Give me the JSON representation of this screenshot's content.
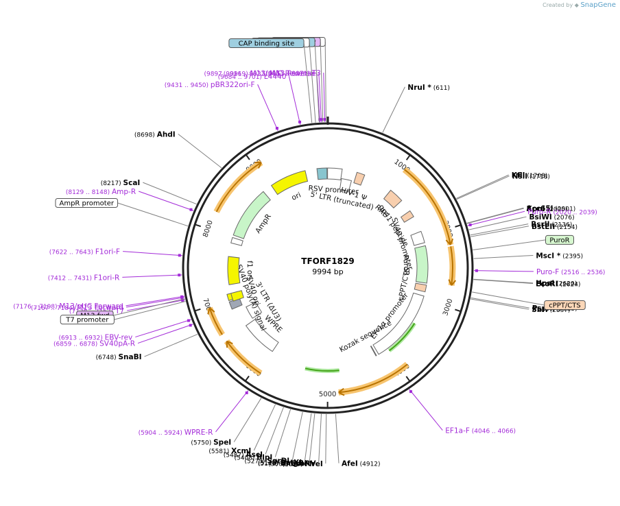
{
  "credit": {
    "prefix": "Created by",
    "brand": "SnapGene"
  },
  "plasmid": {
    "name": "TFORF1829",
    "length": 9994,
    "length_label": "9994 bp"
  },
  "colors": {
    "site_line": "#808080",
    "site_text": "#000000",
    "primer": "#a32bd8",
    "backbone": "#222222",
    "orf": "#f0a500",
    "orf_fill": "#f7c46e",
    "green": "#43a317",
    "promoter_fill": "#ffffff",
    "misc_fill": "#f8cfae",
    "marker_fill": "#c8f5c8",
    "ori_fill": "#f5f500",
    "protein_bind_fill": "#88c5cf",
    "polyA_fill": "#a0a7b5"
  },
  "ticks": [
    1000,
    2000,
    3000,
    4000,
    5000,
    6000,
    7000,
    8000,
    9000
  ],
  "sites": [
    {
      "name": "NruI *",
      "pos": 611
    },
    {
      "name": "KflI",
      "pos": 1708
    },
    {
      "name": "NsiI",
      "pos": 1718
    },
    {
      "name": "Acc65I",
      "pos": 2001
    },
    {
      "name": "KpnI",
      "pos": 2005
    },
    {
      "name": "BsiWI",
      "pos": 2076
    },
    {
      "name": "RsrII",
      "pos": 2136
    },
    {
      "name": "BstEII",
      "pos": 2154
    },
    {
      "name": "MscI *",
      "pos": 2395
    },
    {
      "name": "HpaI",
      "pos": 2620
    },
    {
      "name": "EcoRI",
      "pos": 2624
    },
    {
      "name": "PspXI",
      "pos": 2825
    },
    {
      "name": "SbfI",
      "pos": 2837
    },
    {
      "name": "AfeI",
      "pos": 4912
    },
    {
      "name": "MreI",
      "pos": 5014
    },
    {
      "name": "EcoRV",
      "pos": 5068
    },
    {
      "name": "BmgBI",
      "pos": 5140
    },
    {
      "name": "BstXI",
      "pos": 5177
    },
    {
      "name": "SgrDI",
      "pos": 5273
    },
    {
      "name": "BlpI",
      "pos": 5408
    },
    {
      "name": "AscI",
      "pos": 5487
    },
    {
      "name": "XcmI",
      "pos": 5581
    },
    {
      "name": "SpeI",
      "pos": 5750
    },
    {
      "name": "SnaBI",
      "pos": 6748
    },
    {
      "name": "ScaI",
      "pos": 8217
    },
    {
      "name": "AhdI",
      "pos": 8698
    }
  ],
  "primers": [
    {
      "name": "T3",
      "range": "(9951 .. 9971)",
      "pos": 9961
    },
    {
      "name": "M13 Reverse",
      "range": "(9916 .. 9932)",
      "pos": 9924
    },
    {
      "name": "M13/pUC Reverse",
      "range": "(9897 .. 9919)",
      "pos": 9908
    },
    {
      "name": "L4440",
      "range": "(9684 .. 9701)",
      "pos": 9692
    },
    {
      "name": "pBR322ori-F",
      "range": "(9431 .. 9450)",
      "pos": 9440
    },
    {
      "name": "Amp-R",
      "range": "(8129 .. 8148)",
      "pos": 8138
    },
    {
      "name": "F1ori-F",
      "range": "(7622 .. 7643)",
      "pos": 7632
    },
    {
      "name": "F1ori-R",
      "range": "(7412 .. 7431)",
      "pos": 7421
    },
    {
      "name": "M13/pUC Forward",
      "range": "(7176 .. 7198)",
      "pos": 7187
    },
    {
      "name": "M13 Forward",
      "range": "(7167 .. 7184)",
      "pos": 7175
    },
    {
      "name": "T7",
      "range": "(7138 .. 7157)",
      "pos": 7147
    },
    {
      "name": "EBV-rev",
      "range": "(6913 .. 6932)",
      "pos": 6922
    },
    {
      "name": "SV40pA-R",
      "range": "(6859 .. 6878)",
      "pos": 6868
    },
    {
      "name": "WPRE-R",
      "range": "(5904 .. 5924)",
      "pos": 5914
    },
    {
      "name": "Puro-R",
      "range": "(2020 .. 2039)",
      "pos": 2030
    },
    {
      "name": "Puro-F",
      "range": "(2516 .. 2536)",
      "pos": 2526
    },
    {
      "name": "EF1a-F",
      "range": "(4046 .. 4066)",
      "pos": 4056
    }
  ],
  "boxed_labels": [
    {
      "name": "T3 promoter",
      "kind": "promoter",
      "pos": 9975
    },
    {
      "name": "M13 rev",
      "kind": "primer_bind",
      "pos": 9940
    },
    {
      "name": "lac operator",
      "kind": "protein_bind",
      "pos": 9900
    },
    {
      "name": "lac promoter",
      "kind": "promoter",
      "pos": 9860
    },
    {
      "name": "CAP binding site",
      "kind": "protein_bind",
      "pos": 9820
    },
    {
      "name": "AmpR promoter",
      "kind": "promoter",
      "pos": 7960
    },
    {
      "name": "M13 fwd",
      "kind": "primer_bind",
      "pos": 7160
    },
    {
      "name": "T7 promoter",
      "kind": "promoter",
      "pos": 7130
    },
    {
      "name": "PuroR",
      "kind": "marker",
      "pos": 2300
    },
    {
      "name": "cPPT/CTS",
      "kind": "misc",
      "pos": 2760
    }
  ],
  "inner_features": [
    {
      "name": "RSV promoter",
      "start": 9990,
      "end": 230,
      "kind": "promoter"
    },
    {
      "name": "5' LTR (truncated)",
      "start": 240,
      "end": 420,
      "kind": "ltr"
    },
    {
      "name": "HIV-1 Ψ",
      "start": 470,
      "end": 600,
      "kind": "misc"
    },
    {
      "name": "RRE",
      "start": 1080,
      "end": 1320,
      "kind": "misc"
    },
    {
      "name": "gp41 peptide",
      "start": 1530,
      "end": 1640,
      "kind": "misc"
    },
    {
      "name": "SV40 promoter",
      "start": 1900,
      "end": 2090,
      "kind": "promoter"
    },
    {
      "name": "PuroR",
      "start": 2140,
      "end": 2740,
      "kind": "marker"
    },
    {
      "name": "cPPT/CTS",
      "start": 2770,
      "end": 2880,
      "kind": "misc"
    },
    {
      "name": "EF-1α promoter",
      "start": 2950,
      "end": 4150,
      "kind": "promoter"
    },
    {
      "name": "Kozak sequence",
      "start": 4190,
      "end": 4200,
      "kind": "misc"
    },
    {
      "name": "WPRE",
      "start": 5930,
      "end": 6520,
      "kind": "promoter"
    },
    {
      "name": "3' LTR (ΔU3)",
      "start": 6560,
      "end": 6790,
      "kind": "ltr"
    },
    {
      "name": "SV40 poly(A) signal",
      "start": 6850,
      "end": 6970,
      "kind": "polyA"
    },
    {
      "name": "",
      "start": 6990,
      "end": 7090,
      "kind": "ori_small"
    },
    {
      "name": "SV40 ori",
      "start": 6960,
      "end": 7090,
      "kind": "ori"
    },
    {
      "name": "f1 ori",
      "start": 7230,
      "end": 7680,
      "kind": "ori"
    },
    {
      "name": "",
      "start": 7900,
      "end": 7990,
      "kind": "promoter"
    },
    {
      "name": "AmpR",
      "start": 8030,
      "end": 8880,
      "kind": "marker"
    },
    {
      "name": "ori",
      "start": 9040,
      "end": 9630,
      "kind": "ori"
    },
    {
      "name": "",
      "start": 9820,
      "end": 9980,
      "kind": "protein_bind"
    }
  ],
  "orfs": [
    {
      "start": 1050,
      "end": 2200
    },
    {
      "start": 2220,
      "end": 2720
    },
    {
      "start": 3900,
      "end": 4860
    },
    {
      "start": 5900,
      "end": 6500
    },
    {
      "start": 6600,
      "end": 6980
    },
    {
      "start": 8240,
      "end": 9100
    }
  ],
  "green_arrows": [
    {
      "start": 3400,
      "end": 3980
    },
    {
      "start": 4820,
      "end": 5350
    }
  ],
  "ori_arrow": {
    "name": "ori",
    "start": 9100,
    "end": 9560
  }
}
